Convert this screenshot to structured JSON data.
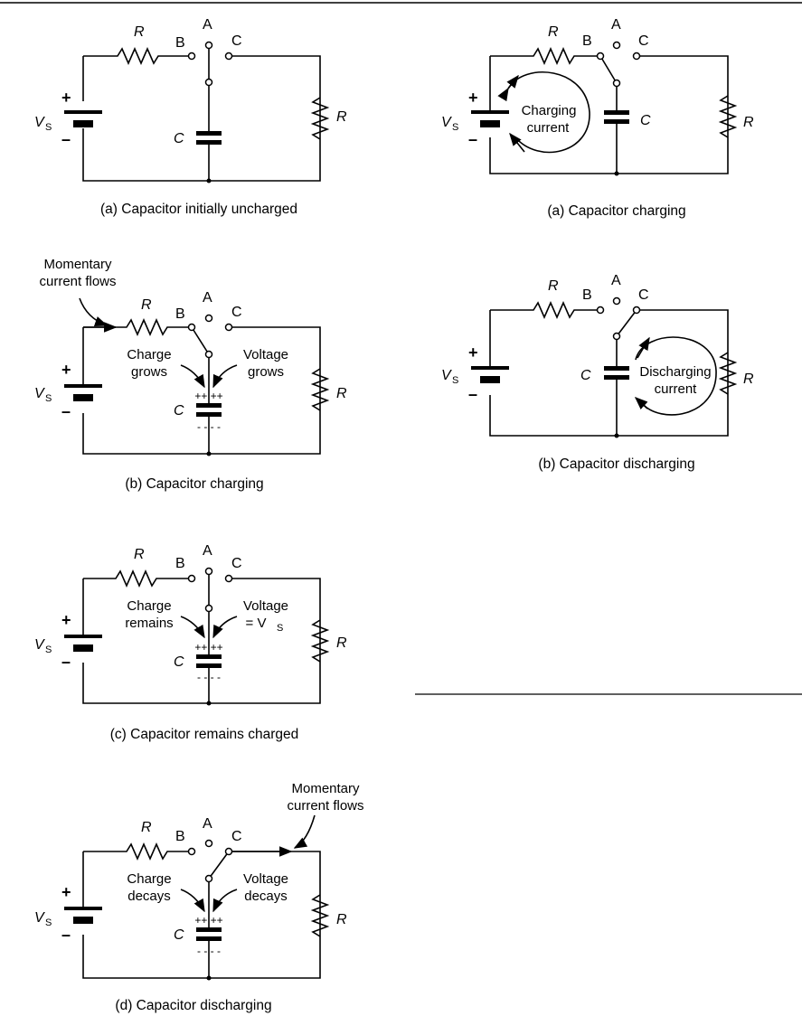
{
  "symbols": {
    "R": "R",
    "C": "C",
    "V": "V",
    "S": "S",
    "A": "A",
    "B": "B",
    "Cterm": "C",
    "plus": "+",
    "minus": "–",
    "plusplus": "++ ++",
    "dashes": "- - - -"
  },
  "left": {
    "a": {
      "caption": "(a) Capacitor initially uncharged"
    },
    "b": {
      "caption": "(b) Capacitor charging",
      "flow_line1": "Momentary",
      "flow_line2": "current flows",
      "charge_line1": "Charge",
      "charge_line2": "grows",
      "voltage_line1": "Voltage",
      "voltage_line2": "grows"
    },
    "c": {
      "caption": "(c) Capacitor remains charged",
      "charge_line1": "Charge",
      "charge_line2": "remains",
      "voltage_line1": "Voltage",
      "voltage_line2": "= V"
    },
    "d": {
      "caption": "(d) Capacitor discharging",
      "flow_line1": "Momentary",
      "flow_line2": "current flows",
      "charge_line1": "Charge",
      "charge_line2": "decays",
      "voltage_line1": "Voltage",
      "voltage_line2": "decays"
    }
  },
  "right": {
    "a": {
      "caption": "(a) Capacitor charging",
      "loop_line1": "Charging",
      "loop_line2": "current"
    },
    "b": {
      "caption": "(b) Capacitor discharging",
      "loop_line1": "Discharging",
      "loop_line2": "current"
    }
  }
}
